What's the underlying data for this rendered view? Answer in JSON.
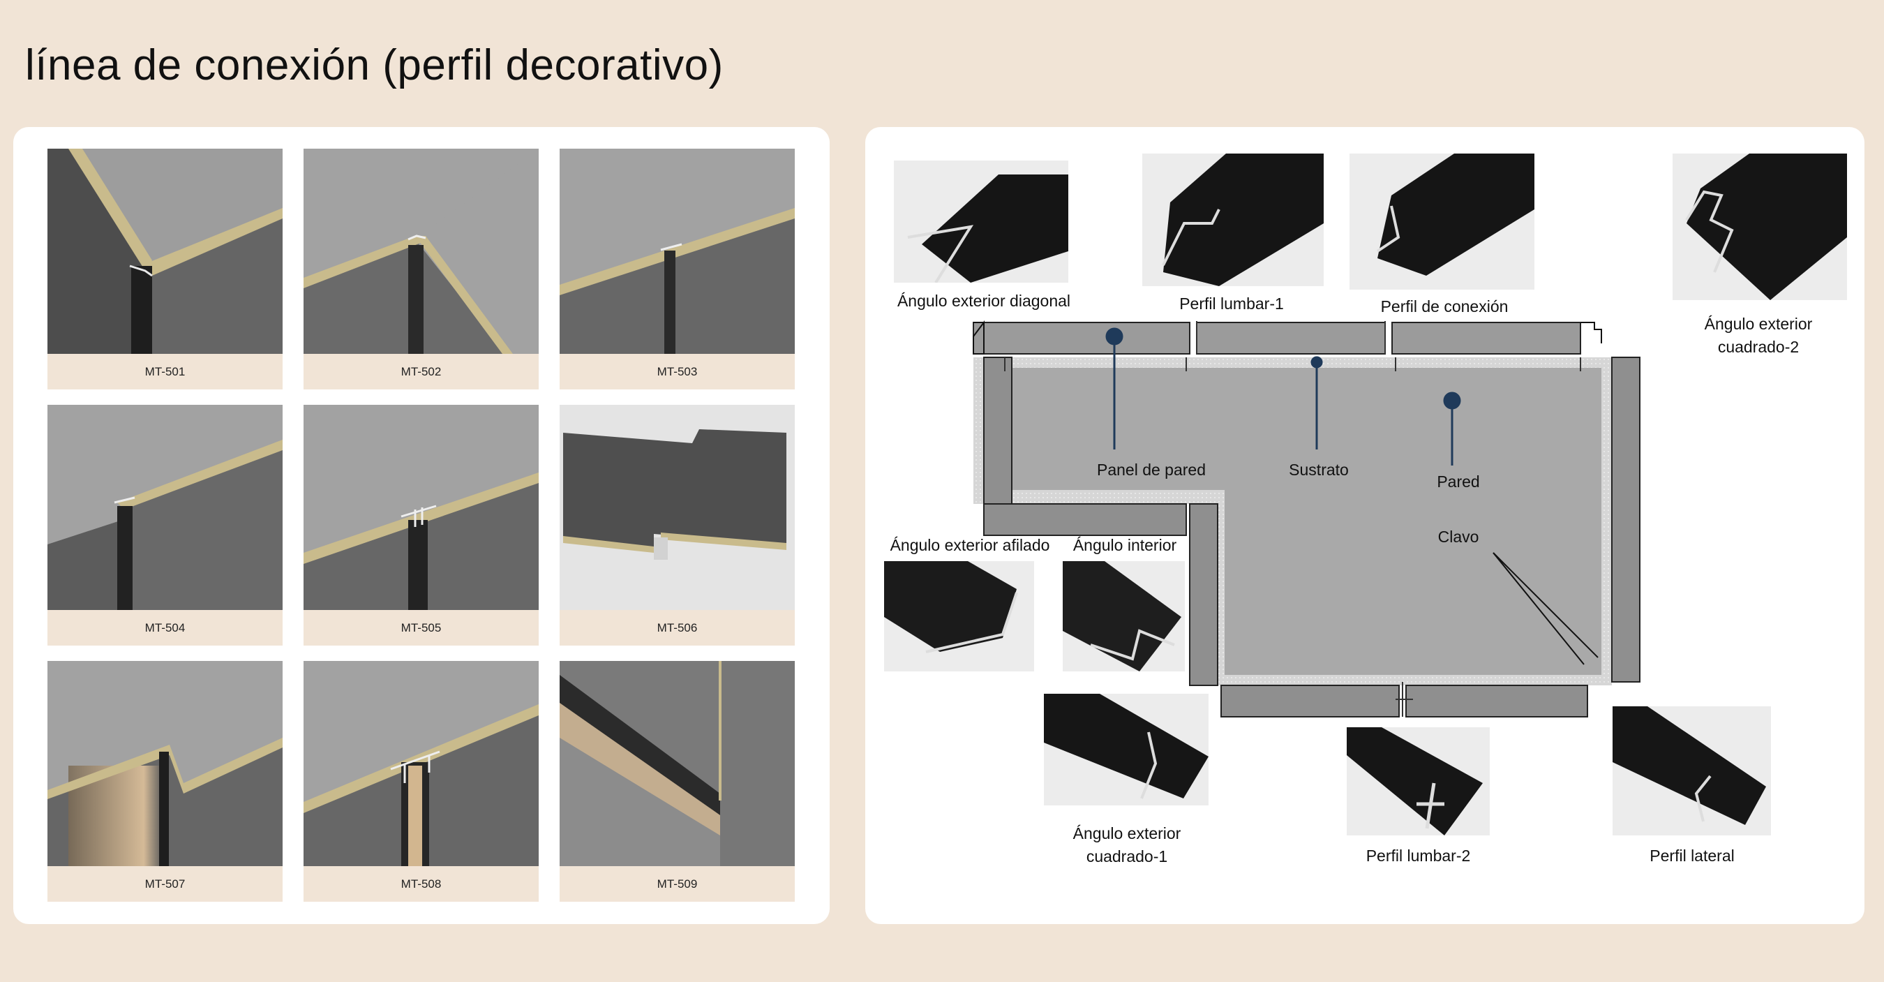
{
  "page": {
    "title": "línea de conexión (perfil decorativo)"
  },
  "colors": {
    "background": "#f1e4d6",
    "card": "#ffffff",
    "caption_bg": "#f1e4d6",
    "panel_dark": "#5f5f5f",
    "ceiling_gray": "#9c9c9c",
    "trim_gold": "#c9bb8c",
    "diagram_gray": "#a8a8a8",
    "marker_navy": "#1f3a5a"
  },
  "products": {
    "items": [
      {
        "code": "MT-501"
      },
      {
        "code": "MT-502"
      },
      {
        "code": "MT-503"
      },
      {
        "code": "MT-504"
      },
      {
        "code": "MT-505"
      },
      {
        "code": "MT-506"
      },
      {
        "code": "MT-507"
      },
      {
        "code": "MT-508"
      },
      {
        "code": "MT-509"
      }
    ]
  },
  "diagram": {
    "profiles": [
      {
        "label": "Ángulo exterior diagonal"
      },
      {
        "label": "Perfil lumbar-1"
      },
      {
        "label": "Perfil de conexión"
      },
      {
        "label_line1": "Ángulo exterior",
        "label_line2": "cuadrado-2"
      },
      {
        "label": "Ángulo exterior afilado"
      },
      {
        "label": "Ángulo interior"
      },
      {
        "label_line1": "Ángulo exterior",
        "label_line2": "cuadrado-1"
      },
      {
        "label": "Perfil lumbar-2"
      },
      {
        "label": "Perfil lateral"
      }
    ],
    "callouts": {
      "wall_panel": "Panel de pared",
      "substrate": "Sustrato",
      "wall": "Pared",
      "nail": "Clavo"
    }
  }
}
